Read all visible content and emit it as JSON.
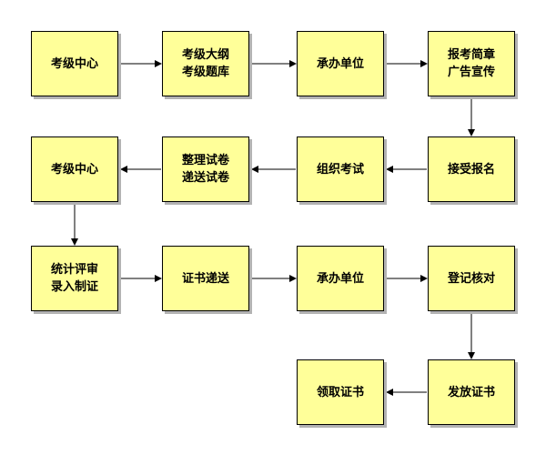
{
  "diagram": {
    "box_fill": "#ffff99",
    "box_border": "#000000",
    "nodes": [
      {
        "id": "n1",
        "lines": [
          "考级中心"
        ]
      },
      {
        "id": "n2",
        "lines": [
          "考级大纲",
          "考级题库"
        ]
      },
      {
        "id": "n3",
        "lines": [
          "承办单位"
        ]
      },
      {
        "id": "n4",
        "lines": [
          "报考简章",
          "广告宣传"
        ]
      },
      {
        "id": "n5",
        "lines": [
          "接受报名"
        ]
      },
      {
        "id": "n6",
        "lines": [
          "组织考试"
        ]
      },
      {
        "id": "n7",
        "lines": [
          "整理试卷",
          "递送试卷"
        ]
      },
      {
        "id": "n8",
        "lines": [
          "考级中心"
        ]
      },
      {
        "id": "n9",
        "lines": [
          "统计评审",
          "录入制证"
        ]
      },
      {
        "id": "n10",
        "lines": [
          "证书递送"
        ]
      },
      {
        "id": "n11",
        "lines": [
          "承办单位"
        ]
      },
      {
        "id": "n12",
        "lines": [
          "登记核对"
        ]
      },
      {
        "id": "n13",
        "lines": [
          "发放证书"
        ]
      },
      {
        "id": "n14",
        "lines": [
          "领取证书"
        ]
      }
    ],
    "edges": [
      {
        "from": "n1",
        "to": "n2"
      },
      {
        "from": "n2",
        "to": "n3"
      },
      {
        "from": "n3",
        "to": "n4"
      },
      {
        "from": "n4",
        "to": "n5"
      },
      {
        "from": "n5",
        "to": "n6"
      },
      {
        "from": "n6",
        "to": "n7"
      },
      {
        "from": "n7",
        "to": "n8"
      },
      {
        "from": "n8",
        "to": "n9"
      },
      {
        "from": "n9",
        "to": "n10"
      },
      {
        "from": "n10",
        "to": "n11"
      },
      {
        "from": "n11",
        "to": "n12"
      },
      {
        "from": "n12",
        "to": "n13"
      },
      {
        "from": "n13",
        "to": "n14"
      }
    ]
  }
}
